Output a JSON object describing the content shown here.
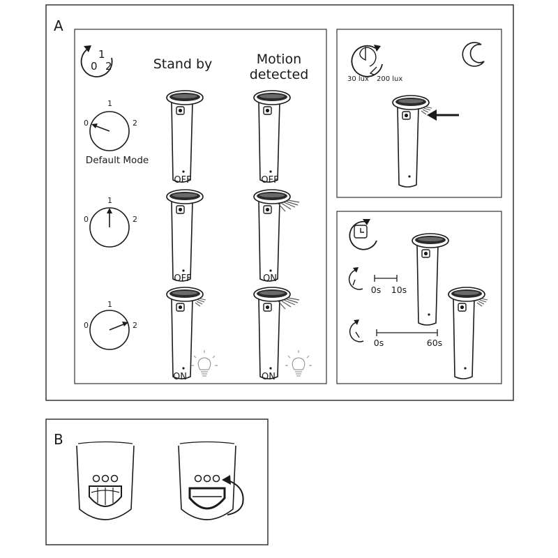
{
  "panel_a": {
    "label": "A",
    "modes": {
      "mode_icon_digits": [
        "0",
        "1",
        "2"
      ],
      "col_standby": "Stand by",
      "col_motion_line1": "Motion",
      "col_motion_line2": "detected",
      "dial_labels": [
        "0",
        "1",
        "2"
      ],
      "default_mode": "Default Mode",
      "rows": [
        {
          "standby": "OFF",
          "motion": "OFF"
        },
        {
          "standby": "OFF",
          "motion": "ON"
        },
        {
          "standby": "ON",
          "motion": "ON"
        }
      ]
    },
    "light_sensor": {
      "min_label": "30 lux",
      "max_label": "200 lux"
    },
    "timer": {
      "short": {
        "start": "0s",
        "end": "10s"
      },
      "long": {
        "start": "0s",
        "end": "60s"
      }
    }
  },
  "panel_b": {
    "label": "B"
  },
  "colors": {
    "ink": "#1a1a1a",
    "frame": "#333333",
    "ray": "#555555",
    "bulb": "#9a9a9a"
  },
  "icons": [
    "mode-cycle-icon",
    "selector-dial-icon",
    "bollard-lamp-icon",
    "light-bulb-icon",
    "lux-dial-icon",
    "moon-icon",
    "arrow-icon",
    "timer-icon",
    "small-dial-icon",
    "rotate-arrow-icon"
  ]
}
